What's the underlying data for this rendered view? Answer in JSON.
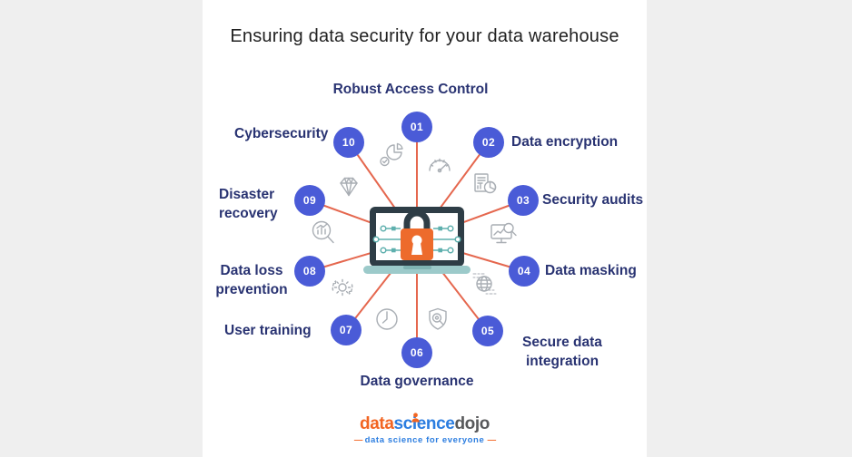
{
  "title": "Ensuring data security for your data warehouse",
  "diagram": {
    "center_icon": "laptop-with-padlock",
    "items": [
      {
        "number": "01",
        "label": "Robust Access Control"
      },
      {
        "number": "02",
        "label": "Data encryption"
      },
      {
        "number": "03",
        "label": "Security audits"
      },
      {
        "number": "04",
        "label": "Data masking"
      },
      {
        "number": "05",
        "label": "Secure data integration"
      },
      {
        "number": "06",
        "label": "Data governance"
      },
      {
        "number": "07",
        "label": "User training"
      },
      {
        "number": "08",
        "label": "Data loss prevention"
      },
      {
        "number": "09",
        "label": "Disaster recovery"
      },
      {
        "number": "10",
        "label": "Cybersecurity"
      }
    ],
    "decorative_icons": [
      "pie-chart-report",
      "speedometer",
      "document-chart",
      "monitor-magnifier",
      "binary-globe",
      "shield-magnifier",
      "clock",
      "gear-sync",
      "magnifier-chart",
      "diamond"
    ],
    "colors": {
      "node_blue": "#4a5bd7",
      "spoke_salmon": "#e5674e",
      "label_navy": "#293372",
      "padlock_orange": "#ed6b2c",
      "laptop_dark": "#2e3d46",
      "laptop_teal": "#9ccaca",
      "icon_gray": "#a9aeb4"
    }
  },
  "footer": {
    "logo_part1": "data",
    "logo_part2": "science",
    "logo_part3": "dojo",
    "tagline": "data science for everyone",
    "dash": "—",
    "colors": {
      "orange": "#f26522",
      "blue": "#2b7de0",
      "gray": "#58595b"
    }
  }
}
